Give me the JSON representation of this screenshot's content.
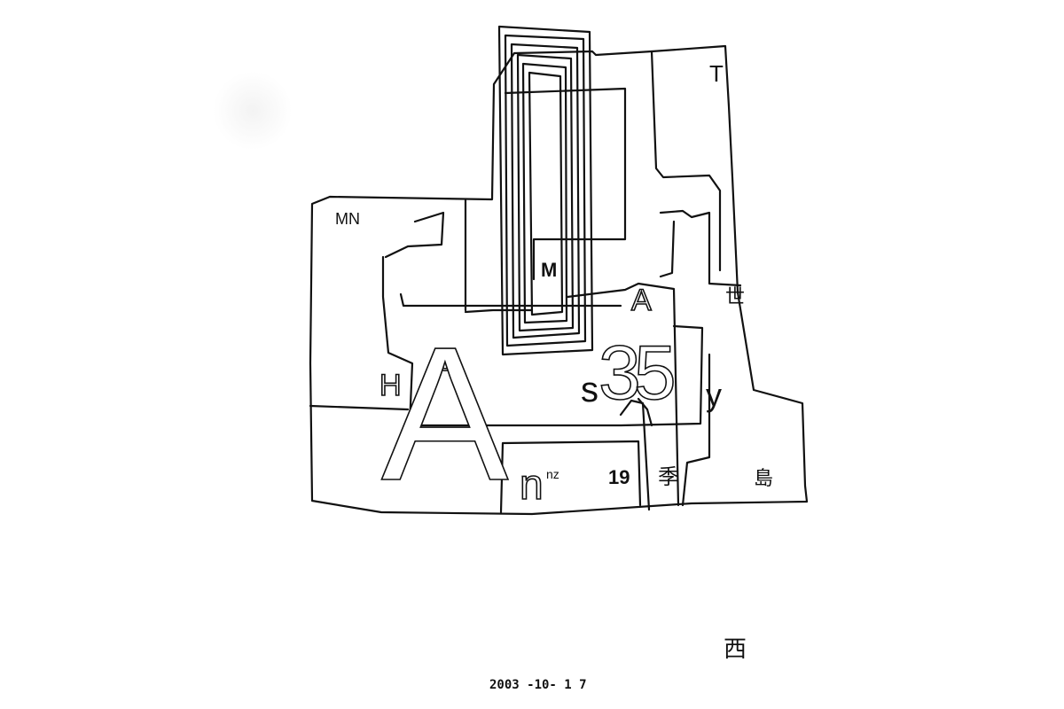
{
  "drawing": {
    "ink_color": "#111111",
    "paper_color": "#ffffff",
    "labels": {
      "mn": "MN",
      "t": "T",
      "m": "M",
      "a_small": "A",
      "shi": "世",
      "h": "H",
      "e": "e",
      "s": "s",
      "num35": "35",
      "y": "y",
      "a_big": "A",
      "n": "n",
      "nz": "nz",
      "n19": "19",
      "ki": "季",
      "shima": "島"
    },
    "sign": "西",
    "date": "2003 -10- 1 7"
  }
}
